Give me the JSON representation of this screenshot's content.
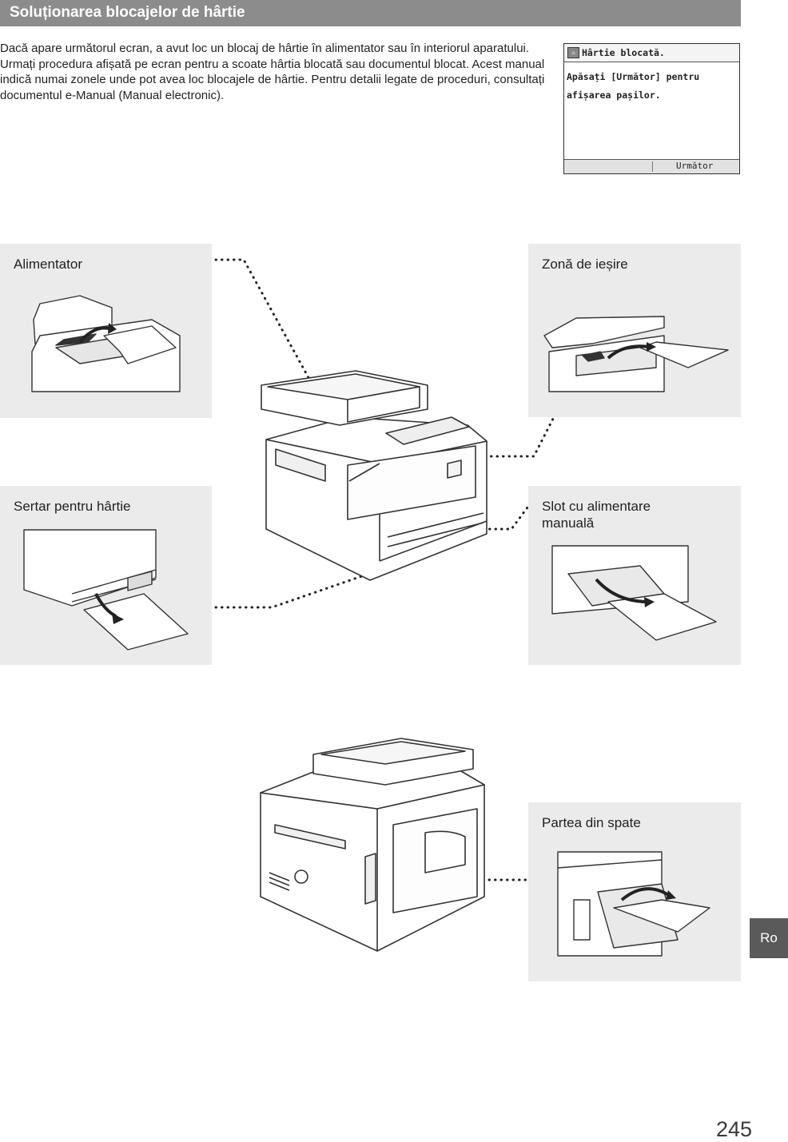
{
  "header": {
    "title": "Soluționarea blocajelor de hârtie"
  },
  "intro": {
    "text": "Dacă apare următorul ecran, a avut loc un blocaj de hârtie în alimentator sau în interiorul aparatului. Urmați procedura afișată pe ecran pentru a scoate hârtia blocată sau documentul blocat. Acest manual indică numai zonele unde pot avea loc blocajele de hârtie. Pentru detalii legate de proceduri, consultați documentul e-Manual (Manual electronic)."
  },
  "screen": {
    "title": "Hârtie blocată.",
    "message": "Apăsați [Următor] pentru\nafișarea pașilor.",
    "button": "Următor"
  },
  "panels": {
    "feeder": "Alimentator",
    "output": "Zonă de ieșire",
    "drawer": "Sertar pentru hârtie",
    "manual_feed": "Slot cu alimentare manuală",
    "back": "Partea din spate"
  },
  "side_tab": "Ro",
  "page_number": "245"
}
